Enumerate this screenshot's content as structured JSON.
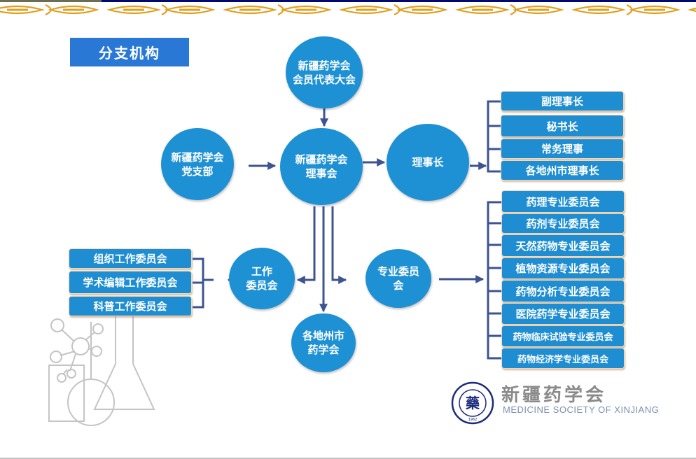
{
  "slide": {
    "title": "分支机构"
  },
  "nodes": {
    "congress": "新疆药学会\n会员代表大会",
    "party_branch": "新疆药学会\n党支部",
    "council": "新疆药学会\n理事会",
    "chairman": "理事长",
    "work_committee": "工作\n委员会",
    "professional_committee": "专业委员\n会",
    "local_societies": "各地州市\n药学会"
  },
  "chairman_roles": [
    "副理事长",
    "秘书长",
    "常务理事",
    "各地州市理事长"
  ],
  "work_committees": [
    "组织工作委员会",
    "学术编辑工作委员会",
    "科普工作委员会"
  ],
  "professional_committees": [
    "药理专业委员会",
    "药剂专业委员会",
    "天然药物专业委员会",
    "植物资源专业委员会",
    "药物分析专业委员会",
    "医院药学专业委员会",
    "药物临床试验专业委员会",
    "药物经济学专业委员会"
  ],
  "branding": {
    "name_cn": "新疆药学会",
    "name_en": "MEDICINE SOCIETY OF XINJIANG",
    "seal_glyph": "藥",
    "seal_year": "1962"
  },
  "colors": {
    "node_blue": "#1e90d4",
    "title_blue": "#2a78d6",
    "arrow": "#3d5490",
    "ornament": "#e0a020"
  }
}
